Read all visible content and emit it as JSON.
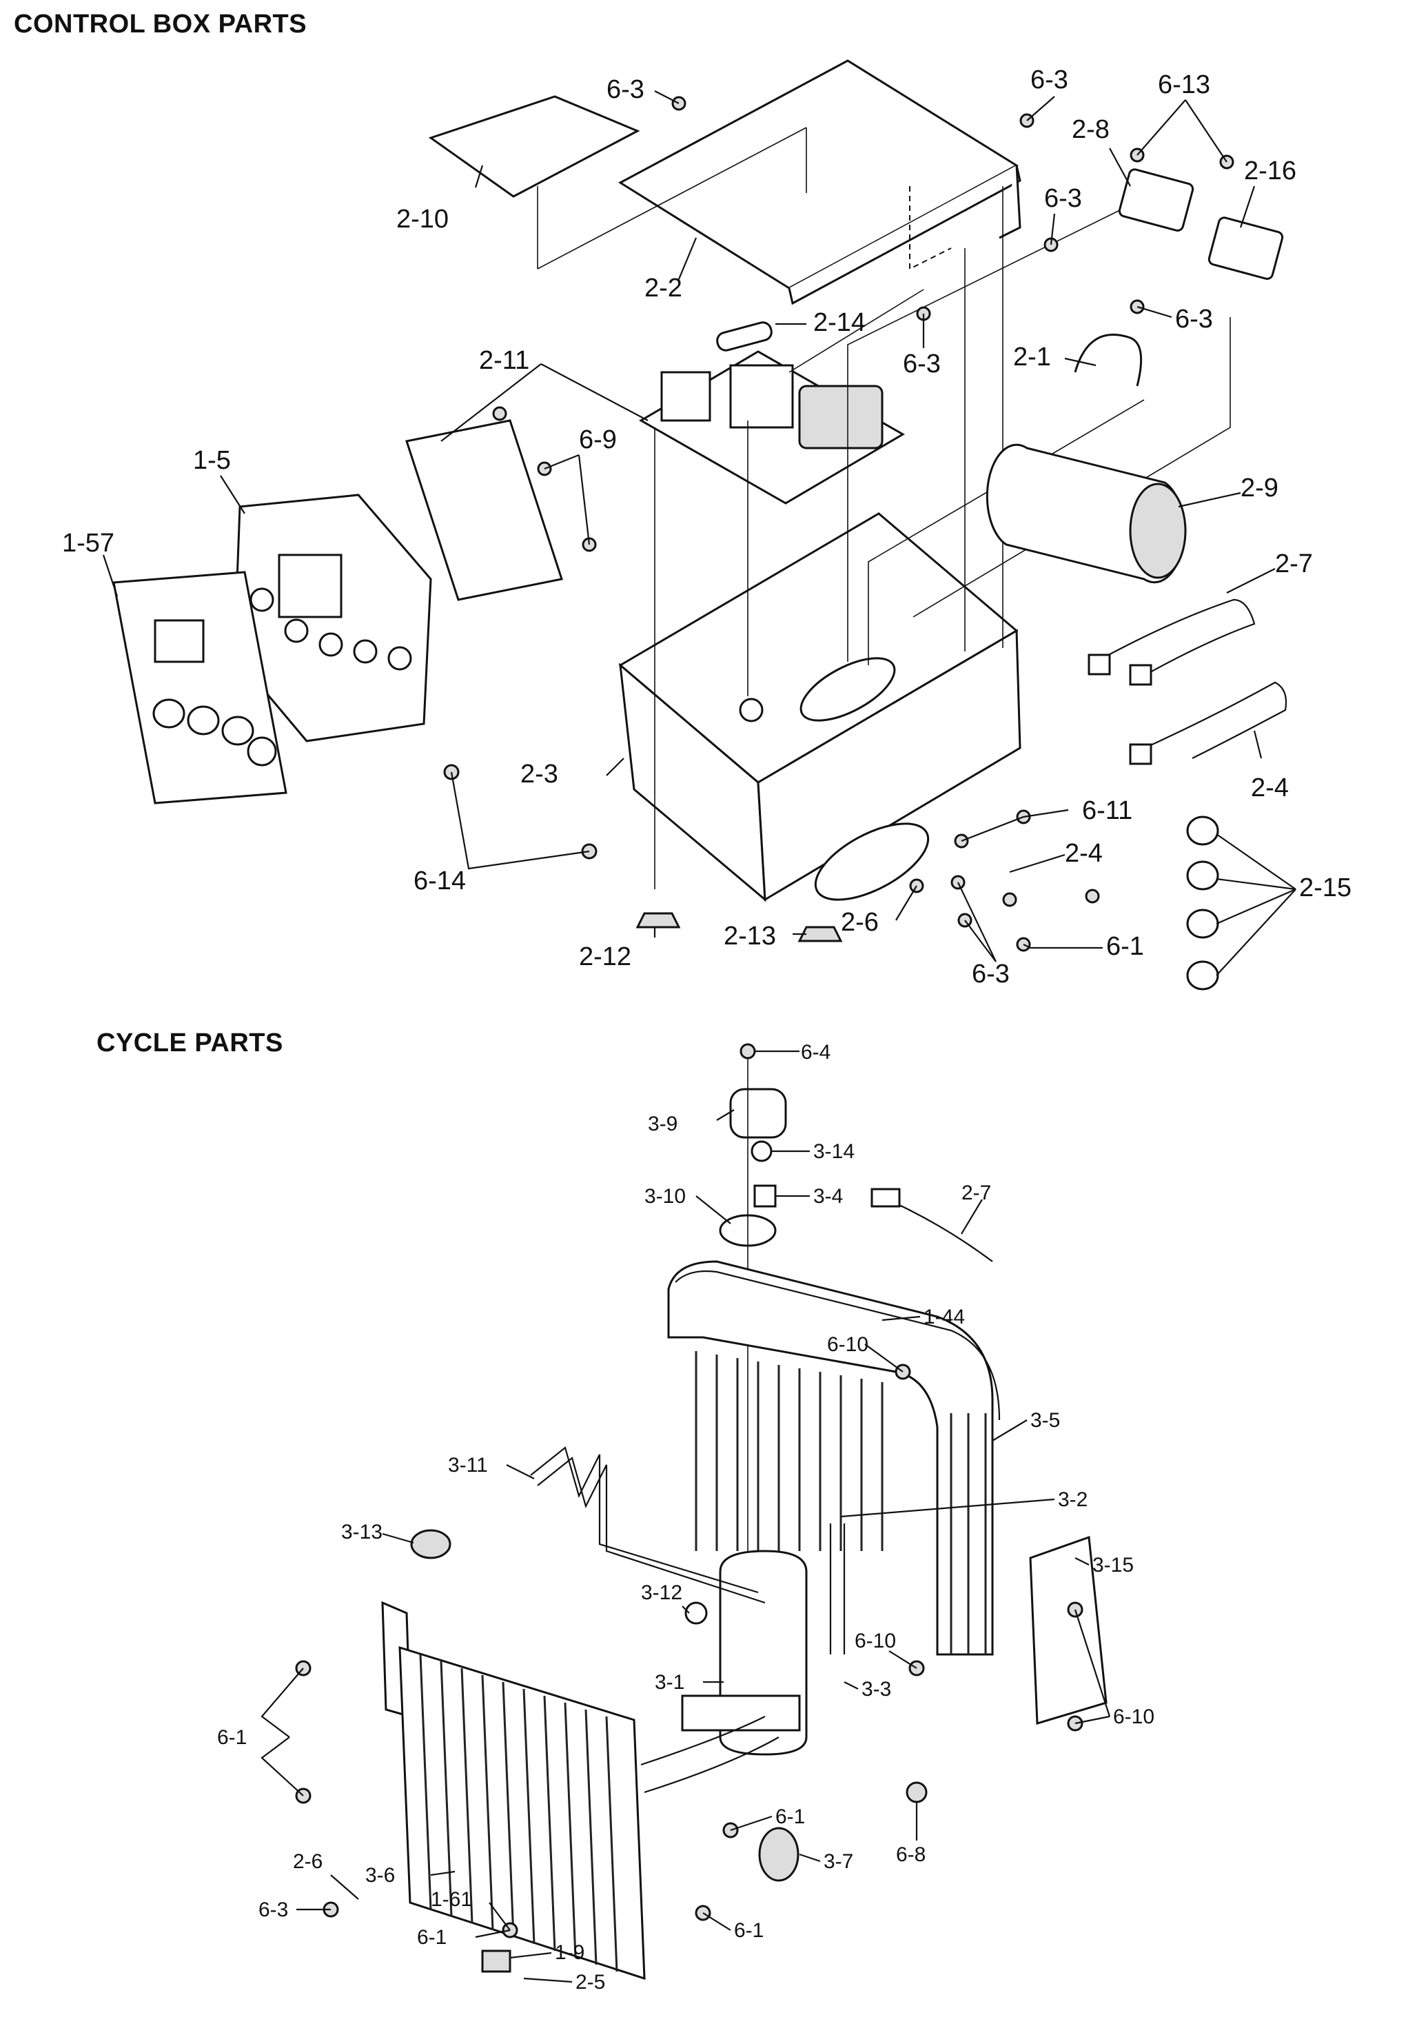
{
  "sections": {
    "control_box": "CONTROL BOX PARTS",
    "cycle": "CYCLE PARTS"
  },
  "labels": {
    "control_box": [
      "6-3",
      "6-3",
      "6-13",
      "2-8",
      "2-16",
      "6-3",
      "2-10",
      "2-2",
      "2-14",
      "6-3",
      "6-3",
      "2-11",
      "2-1",
      "6-9",
      "1-5",
      "2-9",
      "1-57",
      "2-7",
      "2-3",
      "2-4",
      "6-11",
      "2-4",
      "6-14",
      "2-15",
      "2-6",
      "2-13",
      "6-1",
      "2-12",
      "6-3"
    ],
    "cycle": [
      "6-4",
      "3-9",
      "3-14",
      "3-10",
      "3-4",
      "2-7",
      "1-44",
      "6-10",
      "3-5",
      "3-11",
      "3-2",
      "3-13",
      "3-12",
      "3-15",
      "6-10",
      "3-1",
      "3-3",
      "6-1",
      "6-10",
      "6-1",
      "6-8",
      "2-6",
      "3-6",
      "3-7",
      "1-61",
      "6-3",
      "6-1",
      "6-1",
      "1-9",
      "2-5"
    ]
  }
}
